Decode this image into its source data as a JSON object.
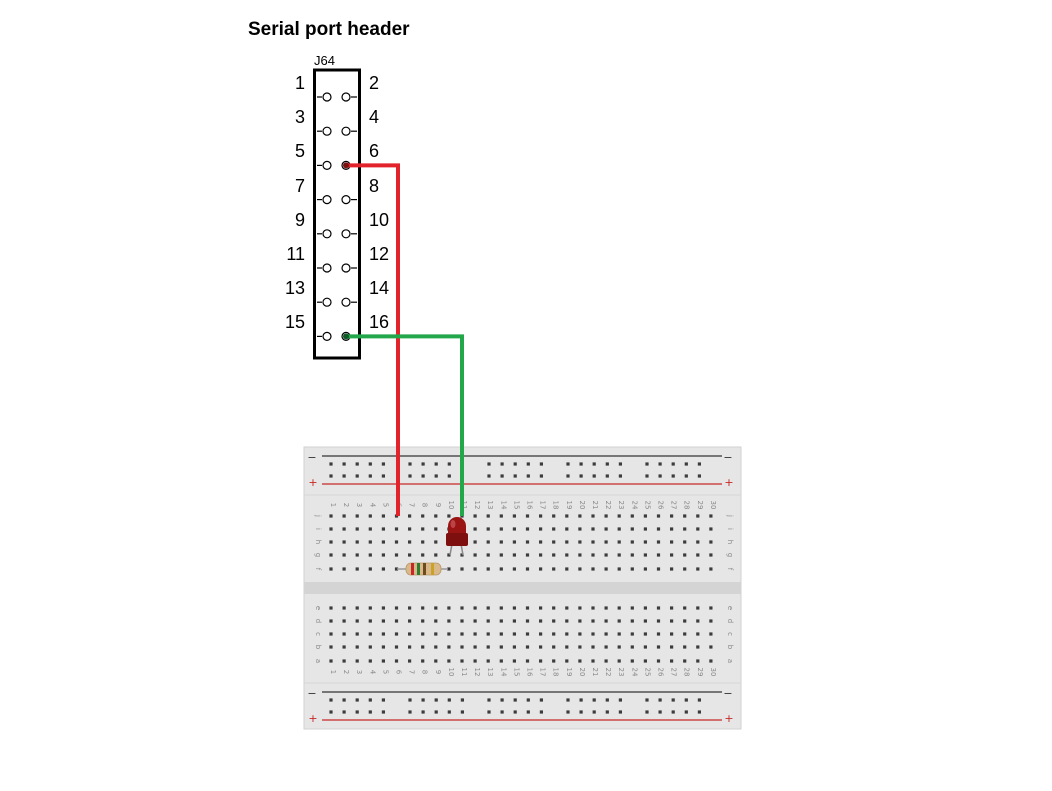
{
  "header": {
    "title": "Serial port header",
    "ref": "J64",
    "pins_left": [
      "1",
      "3",
      "5",
      "7",
      "9",
      "11",
      "13",
      "15"
    ],
    "pins_right": [
      "2",
      "4",
      "6",
      "8",
      "10",
      "12",
      "14",
      "16"
    ]
  },
  "breadboard": {
    "columns": 30,
    "row_letters_top": [
      "j",
      "i",
      "h",
      "g",
      "f"
    ],
    "row_letters_bottom": [
      "e",
      "d",
      "c",
      "b",
      "a"
    ],
    "rail_minus": "−",
    "rail_plus": "+"
  },
  "components": {
    "led": "led",
    "resistor": "resistor"
  },
  "wires": [
    {
      "name": "red-wire",
      "color": "#e3232b",
      "from_pin": "6"
    },
    {
      "name": "green-wire",
      "color": "#22a84a",
      "from_pin": "16"
    }
  ],
  "colors": {
    "red_wire": "#e3232b",
    "green_wire": "#22a84a",
    "breadboard": "#e6e6e6",
    "rail_red": "#c62828",
    "led": "#9b1414"
  }
}
